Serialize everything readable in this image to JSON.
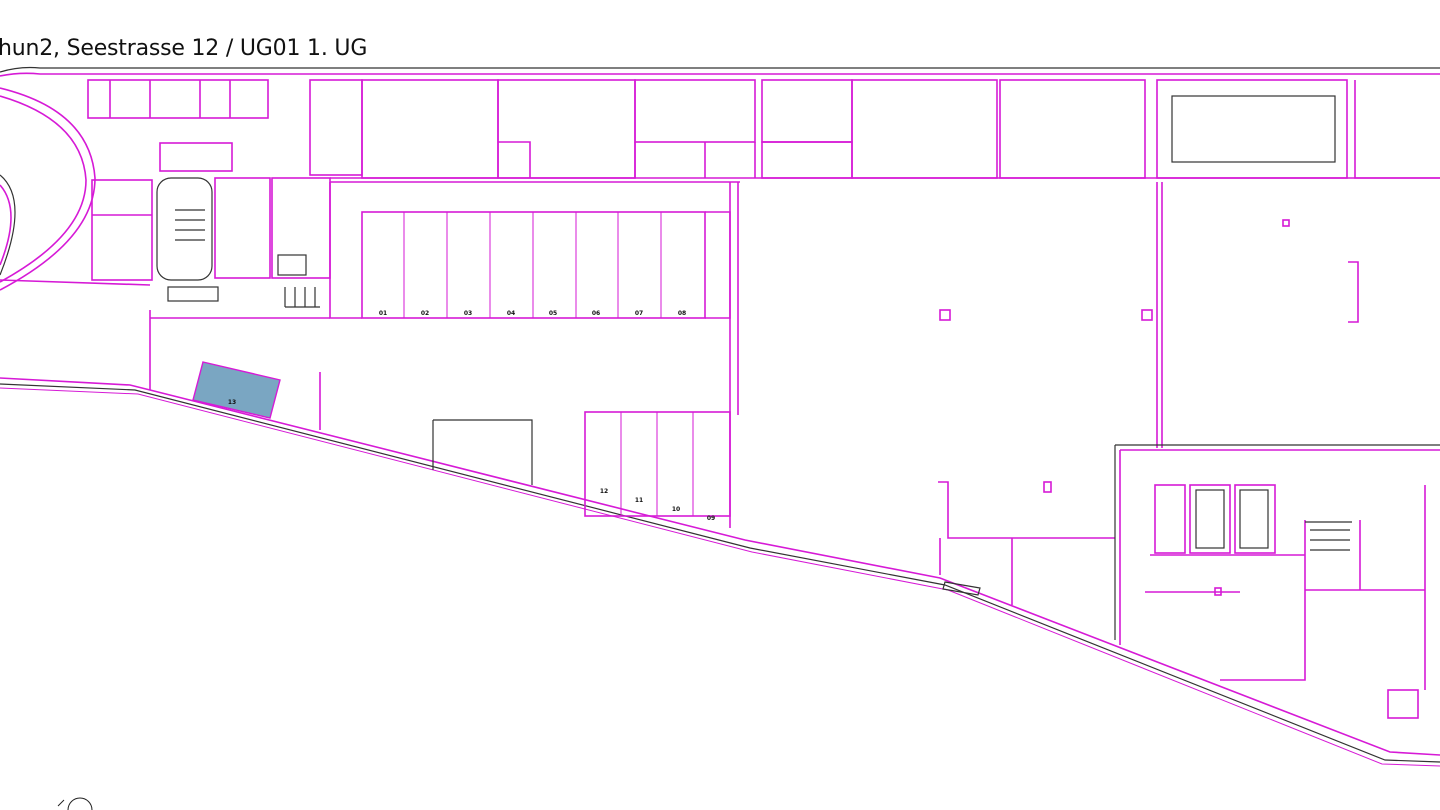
{
  "header": {
    "title": "hun2, Seestrasse 12 / UG01 1. UG"
  },
  "floorplan": {
    "wall_color": "#d61ad6",
    "selected_color": "#7aa6c2",
    "selected_unit": "13",
    "units": [
      {
        "label": "01"
      },
      {
        "label": "02"
      },
      {
        "label": "03"
      },
      {
        "label": "04"
      },
      {
        "label": "05"
      },
      {
        "label": "06"
      },
      {
        "label": "07"
      },
      {
        "label": "08"
      },
      {
        "label": "09"
      },
      {
        "label": "10"
      },
      {
        "label": "11"
      },
      {
        "label": "12"
      },
      {
        "label": "13"
      }
    ]
  },
  "compass": {
    "icon": "north-arrow-icon"
  }
}
